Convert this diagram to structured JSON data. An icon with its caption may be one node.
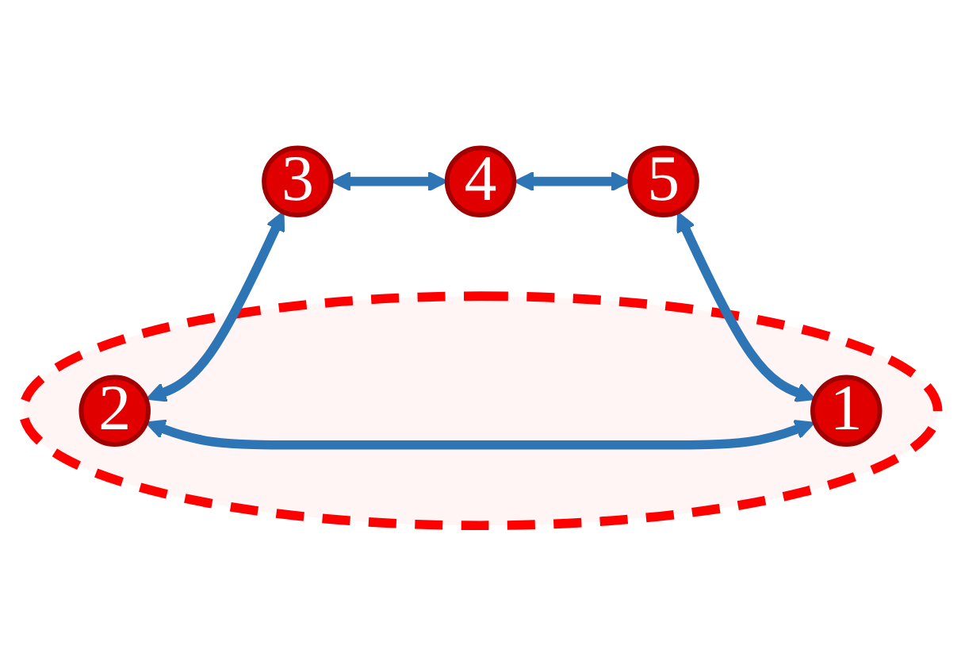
{
  "diagram": {
    "nodes": [
      {
        "text": [],
        "shape": "ellipse"
      },
      {
        "text": [
          "2"
        ],
        "in": 0
      },
      {
        "text": [
          "3"
        ]
      },
      {
        "text": [
          "1"
        ],
        "in": 0
      },
      {
        "text": [
          "5"
        ]
      },
      {
        "text": [
          "4"
        ]
      }
    ],
    "edges": [
      {
        "from": 1,
        "to": 2,
        "arrow": "both"
      },
      {
        "from": 2,
        "to": 5,
        "arrow": "both"
      },
      {
        "from": 5,
        "to": 4,
        "arrow": "both"
      },
      {
        "from": 4,
        "to": 3,
        "arrow": "both"
      },
      {
        "from": 3,
        "to": 1,
        "arrow": "both"
      }
    ]
  }
}
